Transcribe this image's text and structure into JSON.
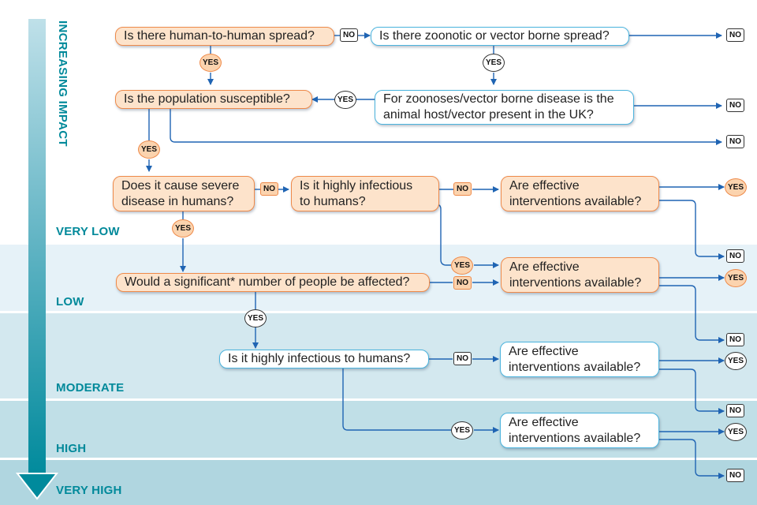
{
  "axis": {
    "label": "INCREASING IMPACT"
  },
  "levels": [
    "VERY LOW",
    "LOW",
    "MODERATE",
    "HIGH",
    "VERY HIGH"
  ],
  "colors": {
    "accent_teal": "#00899a",
    "connector_blue": "#1f64b3",
    "orange_fill": "#fde3cb",
    "orange_border": "#ee8a4a",
    "blue_border": "#4bb4de"
  },
  "questions": {
    "q_human_spread": "Is there human-to-human spread?",
    "q_zoonotic_spread": "Is there zoonotic or vector borne spread?",
    "q_population_susceptible": "Is the population susceptible?",
    "q_host_present_l1": "For zoonoses/vector borne disease is the",
    "q_host_present_l2": "animal host/vector present in the UK?",
    "q_severe_disease_l1": "Does it cause severe",
    "q_severe_disease_l2": "disease in humans?",
    "q_highly_infectious_a_l1": "Is it highly infectious",
    "q_highly_infectious_a_l2": "to humans?",
    "q_interventions_l1": "Are effective",
    "q_interventions_l2": "interventions available?",
    "q_significant_number": "Would a significant* number of people be affected?",
    "q_highly_infectious_b": "Is it highly infectious to humans?"
  },
  "answers": {
    "yes": "YES",
    "no": "NO"
  }
}
